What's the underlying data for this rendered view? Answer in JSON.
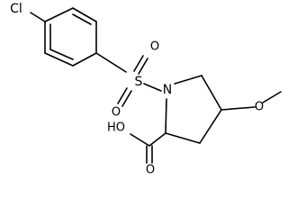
{
  "molecule": {
    "labels": {
      "cl": "Cl",
      "sulfur": "S",
      "sulfonyl_o_top": "O",
      "sulfonyl_o_bottom": "O",
      "nitrogen": "N",
      "methoxy_o": "O",
      "carboxyl_oh": "HO",
      "carbonyl_o": "O"
    }
  }
}
